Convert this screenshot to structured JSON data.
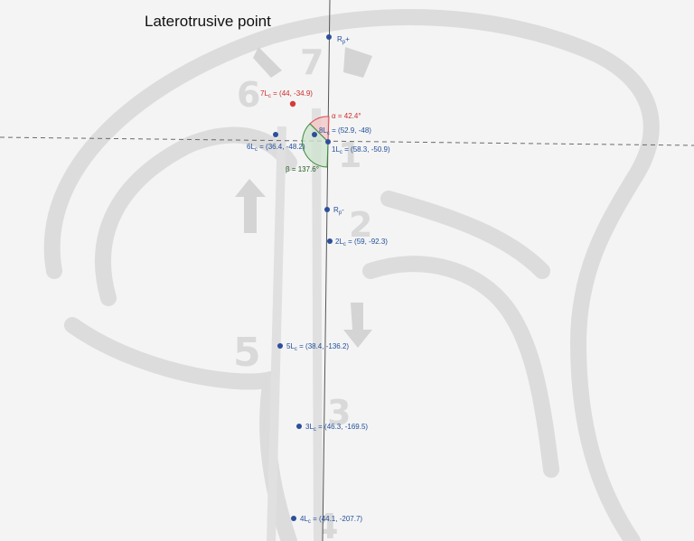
{
  "title": "Laterotrusive point",
  "background_numbers": [
    "7",
    "6",
    "1",
    "2",
    "5",
    "3",
    "4"
  ],
  "angles": {
    "alpha": "α = 42.4°",
    "beta": "β = 137.6°"
  },
  "points": {
    "Rp_plus": {
      "main": "R",
      "sub": "p",
      "rest": "+"
    },
    "Rp_minus": {
      "main": "R",
      "sub": "p",
      "rest": "-"
    },
    "L7": {
      "main": "7L",
      "sub": "c",
      "rest": " = (44, -34.9)"
    },
    "L8": {
      "main": "8L",
      "sub": "c",
      "rest": " = (52.9, -48)"
    },
    "L6": {
      "main": "6L",
      "sub": "c",
      "rest": " = (36.4, -48.2)"
    },
    "L1": {
      "main": "1L",
      "sub": "c",
      "rest": " = (58.3, -50.9)"
    },
    "L2": {
      "main": "2L",
      "sub": "c",
      "rest": " = (59, -92.3)"
    },
    "L5": {
      "main": "5L",
      "sub": "c",
      "rest": " = (38.4, -136.2)"
    },
    "L3": {
      "main": "3L",
      "sub": "c",
      "rest": " = (46.3, -169.5)"
    },
    "L4": {
      "main": "4L",
      "sub": "c",
      "rest": " = (44.1, -207.7)"
    }
  },
  "colors": {
    "point_blue": "#2b4f9b",
    "point_red": "#d43b3b",
    "alpha_fill": "#f2c8c8",
    "beta_fill": "#cfe3cf"
  }
}
